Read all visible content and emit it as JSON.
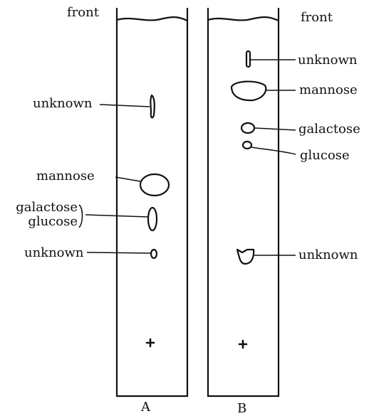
{
  "strips": [
    {
      "name": "A",
      "front_label": "front",
      "spots": [
        {
          "label": "unknown"
        },
        {
          "label": "mannose"
        },
        {
          "label": "galactose",
          "label2": "glucose"
        },
        {
          "label": "unknown"
        }
      ]
    },
    {
      "name": "B",
      "front_label": "front",
      "spots": [
        {
          "label": "unknown"
        },
        {
          "label": "mannose"
        },
        {
          "label": "galactose"
        },
        {
          "label": "glucose"
        },
        {
          "label": "unknown"
        }
      ]
    }
  ],
  "colors": {
    "ink": "#111111",
    "paper": "#ffffff"
  }
}
